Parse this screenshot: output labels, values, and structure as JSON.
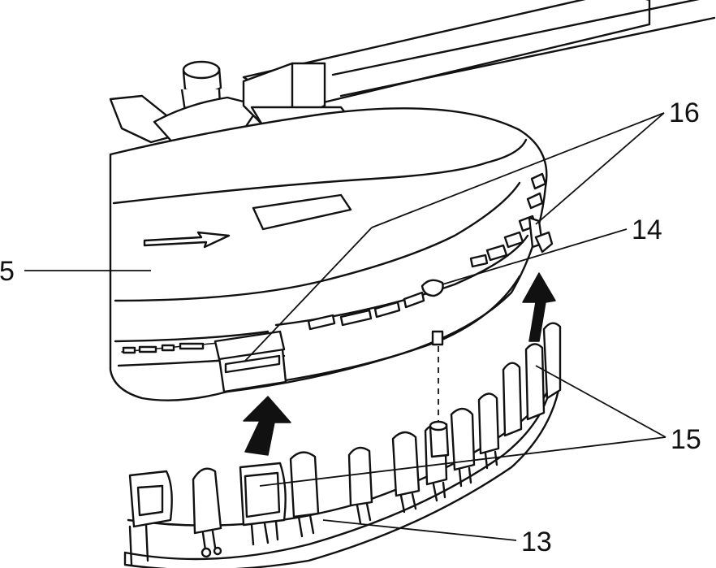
{
  "callouts": {
    "c5": "5",
    "c13": "13",
    "c14": "14",
    "c15": "15",
    "c16": "16"
  }
}
